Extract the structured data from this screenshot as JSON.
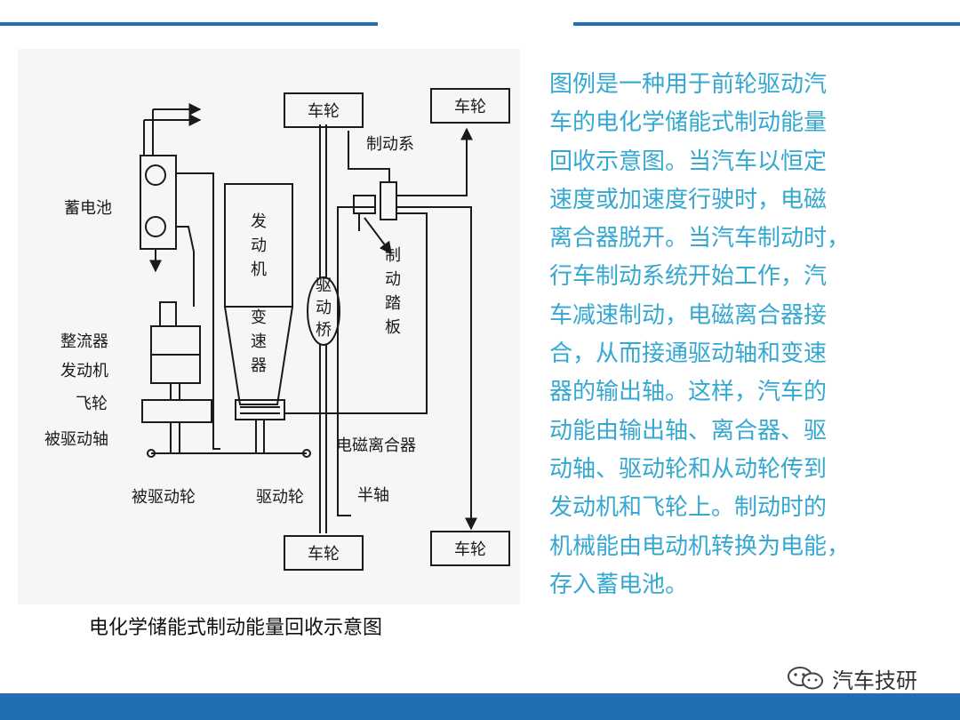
{
  "diagram": {
    "caption": "电化学储能式制动能量回收示意图",
    "labels": {
      "battery": "蓄电池",
      "rectifier": "整流器",
      "motor": "发动机",
      "flywheel": "飞轮",
      "driven_shaft": "被驱动轴",
      "driven_wheel": "被驱动轮",
      "drive_wheel": "驱动轮",
      "half_shaft": "半轴",
      "em_clutch": "电磁离合器",
      "brake_system": "制动系",
      "brake_pedal": "制动踏板",
      "engine": "发动机",
      "gearbox": "变速器",
      "drive_axle": "驱动桥"
    },
    "boxes": {
      "wheel_top_left": "车轮",
      "wheel_top_right": "车轮",
      "wheel_bottom_left": "车轮",
      "wheel_bottom_right": "车轮"
    }
  },
  "description": {
    "lines": [
      "图例是一种用于前轮驱动汽",
      "车的电化学储能式制动能量",
      "回收示意图。当汽车以恒定",
      "速度或加速度行驶时，电磁",
      "离合器脱开。当汽车制动时，",
      "行车制动系统开始工作，汽",
      "车减速制动，电磁离合器接",
      "合，从而接通驱动轴和变速",
      "器的输出轴。这样，汽车的",
      "动能由输出轴、离合器、驱",
      "动轴、驱动轮和从动轮传到",
      "发动机和飞轮上。制动时的",
      "机械能由电动机转换为电能，",
      "存入蓄电池。"
    ]
  },
  "brand": {
    "name": "汽车技研",
    "icon": "wechat-icon"
  },
  "colors": {
    "accent": "#1f6fb2",
    "text_cyan": "#35a8d1"
  }
}
